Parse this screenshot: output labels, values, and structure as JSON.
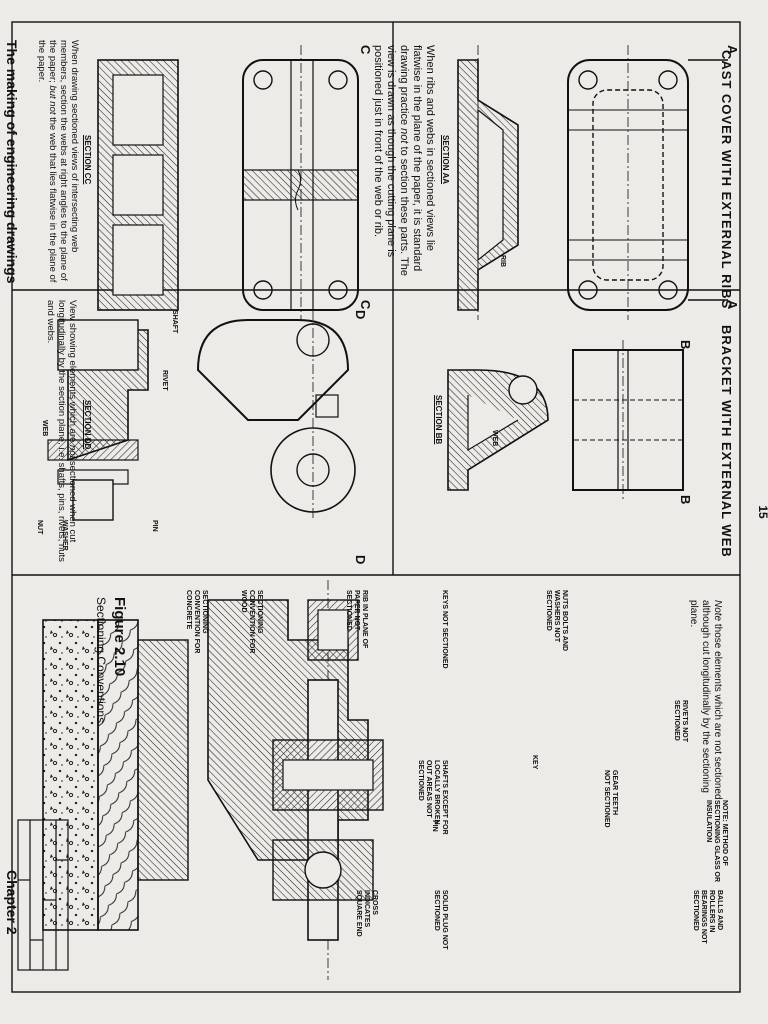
{
  "page_number": "15",
  "running_header": "The making of engineering drawings",
  "chapter": "Chapter 2",
  "panels": {
    "cast_cover": {
      "title": "CAST COVER WITH EXTERNAL RIBS",
      "section_label": "SECTION AA",
      "rib_label": "RIB",
      "text_a": "When ribs and webs in sectioned views lie flatwise in the plane of the paper, it is standard drawing practice ",
      "text_not": "not",
      "text_b": " to section these parts. The view is drawn as though the cutting plane is positioned just in front of the web or rib.",
      "cut_letter": "A"
    },
    "bracket": {
      "title": "BRACKET WITH EXTERNAL WEB",
      "section_label": "SECTION BB",
      "web_label": "WEB",
      "cut_letter": "B"
    },
    "section_cc": {
      "section_label": "SECTION CC",
      "text_a": "When drawing sectioned views of intersecting web members, section the webs at right angles to the plane of the paper; ",
      "text_but": "but",
      "text_not": "not",
      "text_b": " the web that lies flatwise in the plane of the paper.",
      "cut_letter": "C"
    },
    "section_dd": {
      "section_label": "SECTION DD",
      "text_a": "View showing elements which are ",
      "text_not": "not",
      "text_b": " sectioned when cut longitudinally by the section plane, i.e. shafts, pins, rivets, nuts and webs.",
      "cut_letter": "D",
      "labels": [
        "SHAFT",
        "RIVET",
        "WEB",
        "PIN",
        "WASHER",
        "NUT"
      ]
    },
    "conventions": {
      "note_word": "Note",
      "note_text": " those elements which are not sectioned although cut longitudinally by the sectioning plane.",
      "labels": {
        "nuts": "NUTS BOLTS AND WASHERS NOT SECTIONED",
        "keys": "KEYS NOT SECTIONED",
        "rib": "RIB IN PLANE OF PAPER NOT SECTIONED",
        "wood": "SECTIONING CONVENTION FOR WOOD",
        "concrete": "SECTIONING CONVENTION FOR CONCRETE",
        "rivets": "RIVETS NOT SECTIONED",
        "key": "KEY",
        "gear": "GEAR TEETH NOT SECTIONED",
        "shafts": "SHAFTS EXCEPT FOR LOCALLY BROKEN OUT AREAS NOT SECTIONED",
        "pin": "PIN",
        "glass": "NOTE: METHOD OF SECTIONING GLASS OR INSULATION",
        "balls": "BALLS AND ROLLERS IN BEARINGS NOT SECTIONED",
        "plug": "SOLID PLUG NOT SECTIONED",
        "cross": "CROSS INDICATES SQUARE END"
      },
      "figure_number": "Figure 2.10",
      "figure_title": "Sectioning Conventions"
    }
  }
}
